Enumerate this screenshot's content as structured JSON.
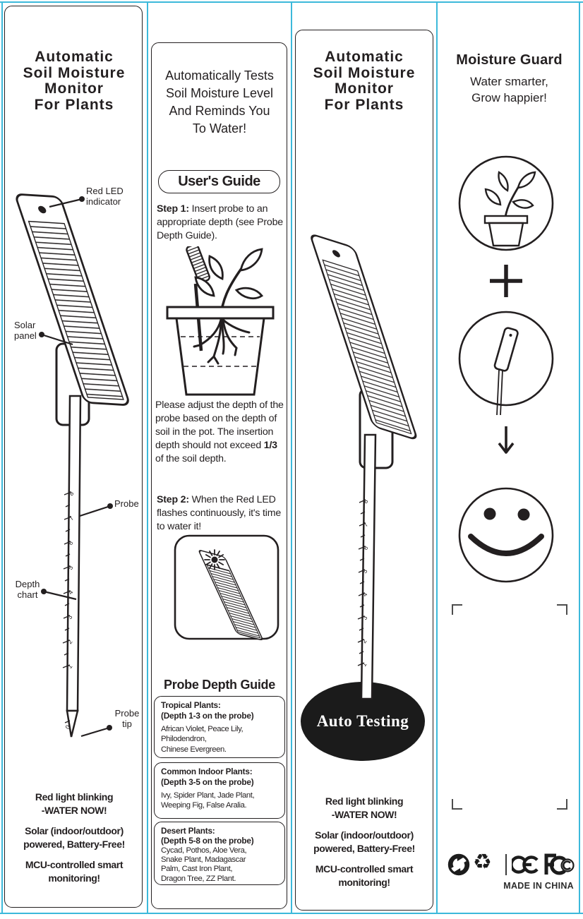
{
  "shared": {
    "title": "Automatic\nSoil Moisture\nMonitor\nFor Plants",
    "features": [
      "Red light blinking\n-WATER NOW!",
      "Solar (indoor/outdoor)\npowered, Battery-Free!",
      "MCU-controlled smart\nmonitoring!"
    ],
    "probe_scale": [
      "8",
      "7",
      "6",
      "5",
      "4",
      "3",
      "2",
      "1",
      "0"
    ]
  },
  "panel1": {
    "callouts": {
      "red_led": "Red LED\nindicator",
      "solar_panel": "Solar\npanel",
      "probe": "Probe",
      "depth_chart": "Depth\nchart",
      "probe_tip": "Probe\ntip"
    }
  },
  "panel2": {
    "intro": "Automatically Tests\nSoil Moisture Level\nAnd Reminds You\nTo Water!",
    "users_guide_label": "User's Guide",
    "step1": {
      "label": "Step 1:",
      "text": " Insert probe to an appropriate depth  (see Probe Depth Guide)."
    },
    "adjust": {
      "pre": "Please adjust the depth of the probe based on the depth of soil in the pot. The insertion depth should not exceed ",
      "bold": "1/3",
      "post": " of the soil depth."
    },
    "step2": {
      "label": "Step 2:",
      "text": " When the Red LED flashes continuously, it's time to water it!"
    },
    "guide_title": "Probe Depth Guide",
    "boxes": [
      {
        "heading": "Tropical Plants:\n(Depth 1-3 on the probe)",
        "plants": "African Violet, Peace Lily,\nPhilodendron,\nChinese Evergreen."
      },
      {
        "heading": "Common Indoor Plants:\n(Depth 3-5 on the probe)",
        "plants": "Ivy, Spider Plant, Jade Plant,\nWeeping Fig, False Aralia."
      },
      {
        "heading": "Desert Plants:\n(Depth 5-8 on the probe)",
        "plants": "Cycad, Pothos, Aloe Vera,\nSnake Plant, Madagascar\nPalm, Cast Iron Plant,\nDragon Tree, ZZ Plant."
      }
    ]
  },
  "panel3": {
    "auto_testing_label": "Auto Testing"
  },
  "panel4": {
    "brand": "Moisture Guard",
    "tagline": "Water smarter,\nGrow happier!",
    "recycle_symbol": "♻",
    "made_in": "MADE IN CHINA"
  },
  "colors": {
    "cut_line": "#3cb9da",
    "ink": "#231f20"
  }
}
